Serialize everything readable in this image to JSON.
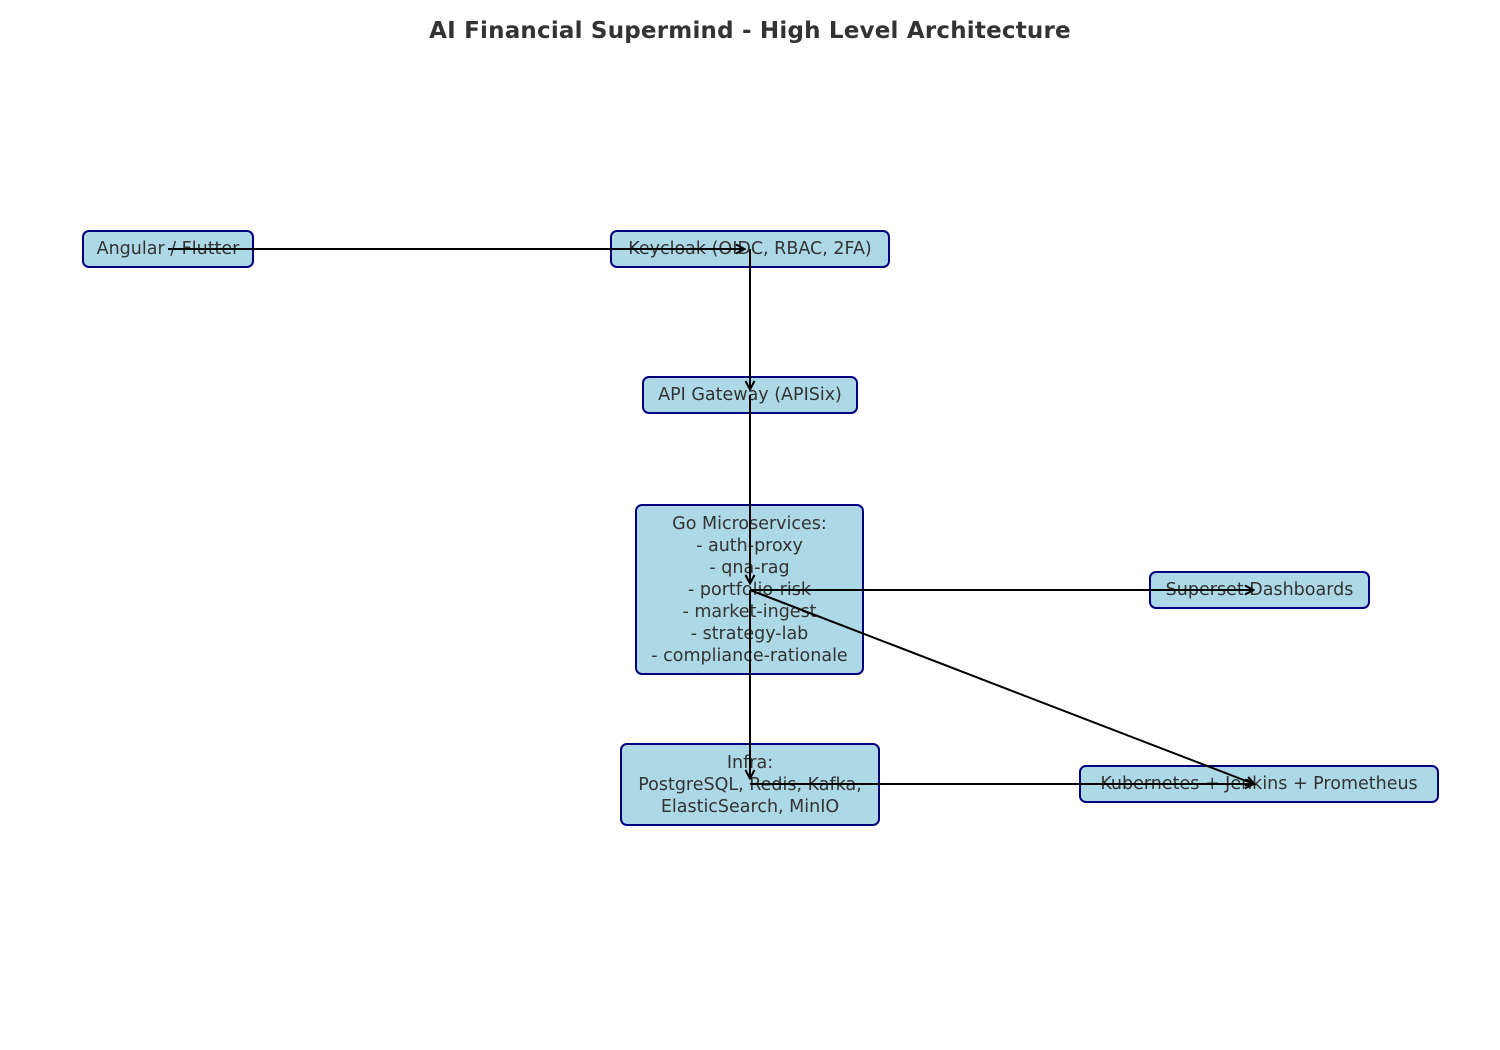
{
  "title": "AI Financial Supermind - High Level Architecture",
  "colors": {
    "node_fill": "#add8e6",
    "node_border": "#00007f",
    "text": "#333333",
    "edge": "#000000"
  },
  "nodes": {
    "frontend": {
      "lines": [
        "Angular / Flutter"
      ]
    },
    "keycloak": {
      "lines": [
        "Keycloak (OIDC, RBAC, 2FA)"
      ]
    },
    "gateway": {
      "lines": [
        "API Gateway (APISix)"
      ]
    },
    "services": {
      "lines": [
        "Go Microservices:",
        "- auth-proxy",
        "- qna-rag",
        "- portfolio-risk",
        "- market-ingest",
        "- strategy-lab",
        "- compliance-rationale"
      ]
    },
    "superset": {
      "lines": [
        "Superset Dashboards"
      ]
    },
    "infra": {
      "lines": [
        "Infra:",
        "PostgreSQL, Redis, Kafka,",
        "ElasticSearch, MinIO"
      ]
    },
    "ops": {
      "lines": [
        "Kubernetes + Jenkins + Prometheus"
      ]
    }
  },
  "edges": [
    {
      "from": "frontend",
      "to": "keycloak"
    },
    {
      "from": "keycloak",
      "to": "gateway"
    },
    {
      "from": "gateway",
      "to": "services"
    },
    {
      "from": "services",
      "to": "superset"
    },
    {
      "from": "services",
      "to": "infra"
    },
    {
      "from": "services",
      "to": "ops"
    },
    {
      "from": "infra",
      "to": "ops"
    }
  ]
}
